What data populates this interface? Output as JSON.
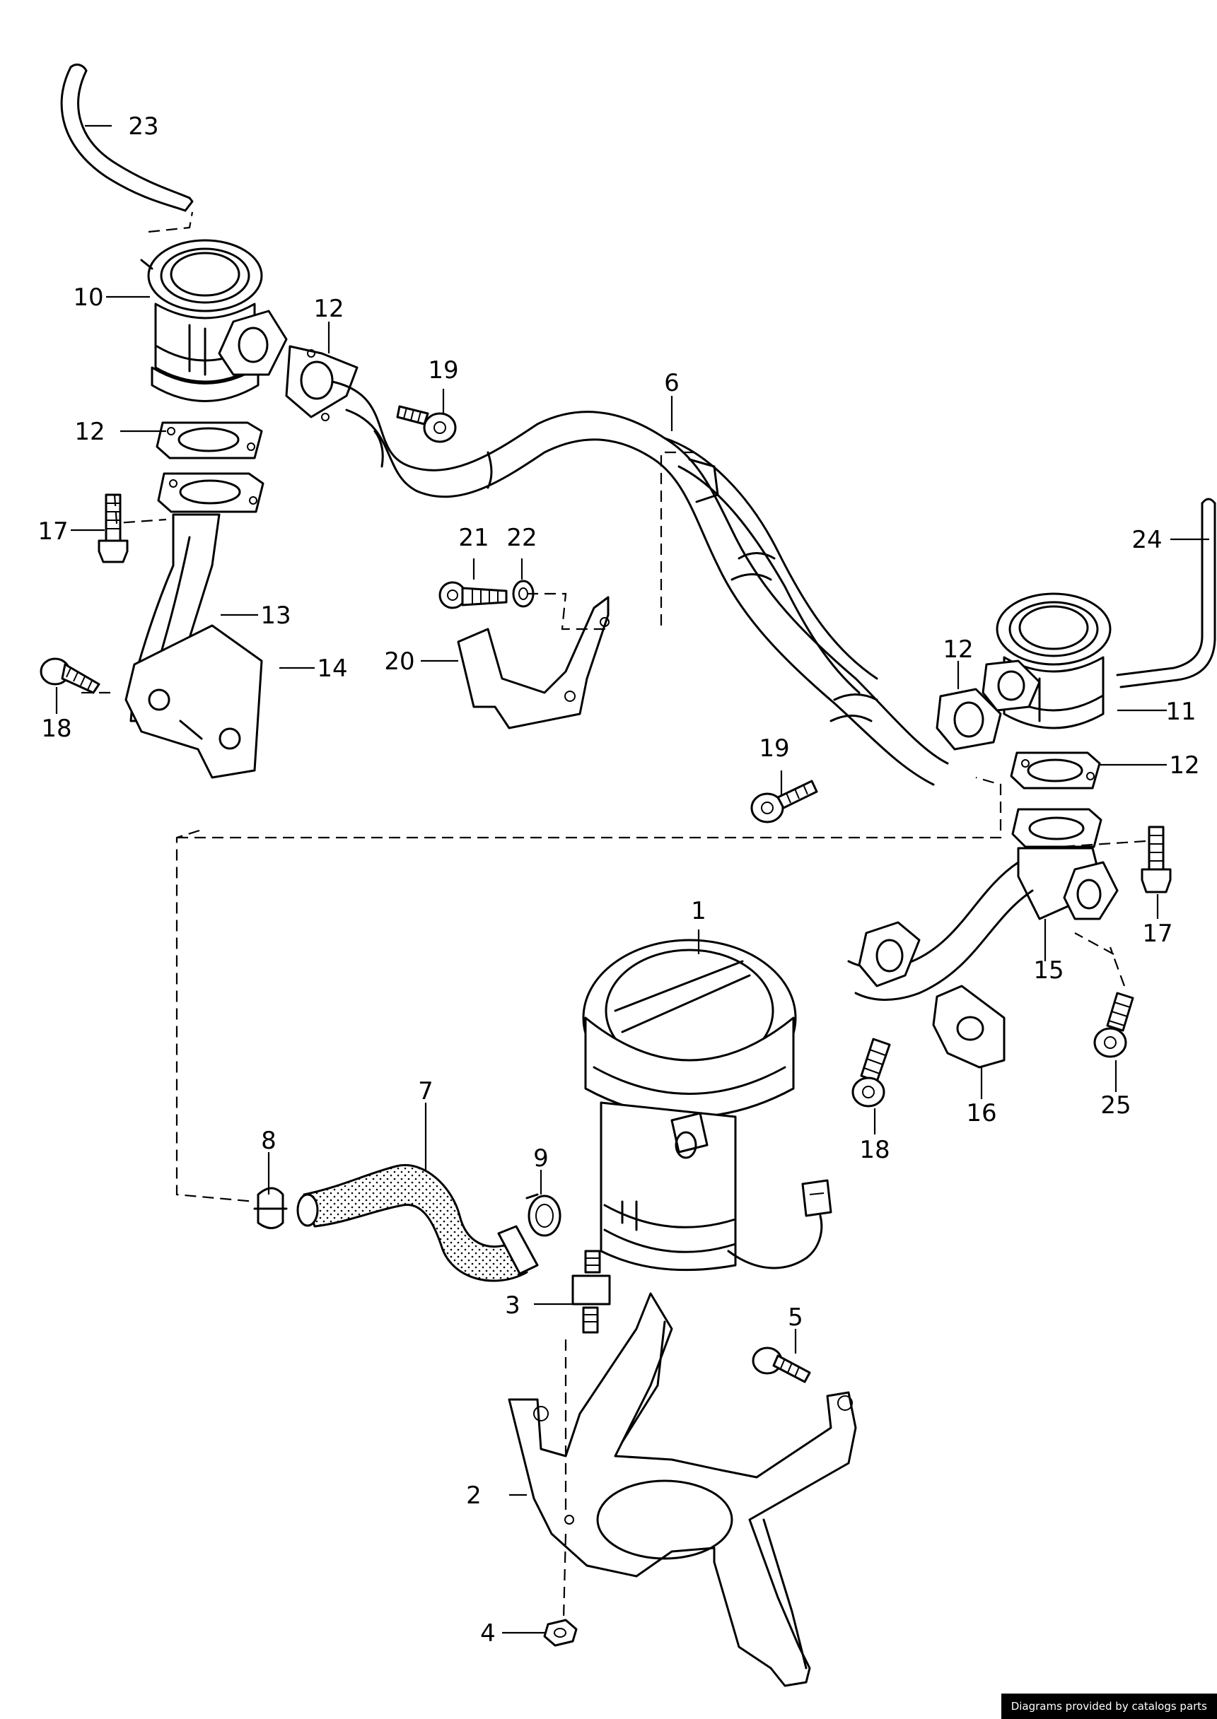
{
  "callouts": [
    "1",
    "2",
    "3",
    "4",
    "5",
    "6",
    "7",
    "8",
    "9",
    "10",
    "11",
    "12",
    "12",
    "12",
    "12",
    "13",
    "14",
    "15",
    "16",
    "17",
    "17",
    "18",
    "18",
    "19",
    "19",
    "20",
    "21",
    "22",
    "23",
    "24",
    "25"
  ],
  "credit": "Diagrams provided by catalogs parts"
}
